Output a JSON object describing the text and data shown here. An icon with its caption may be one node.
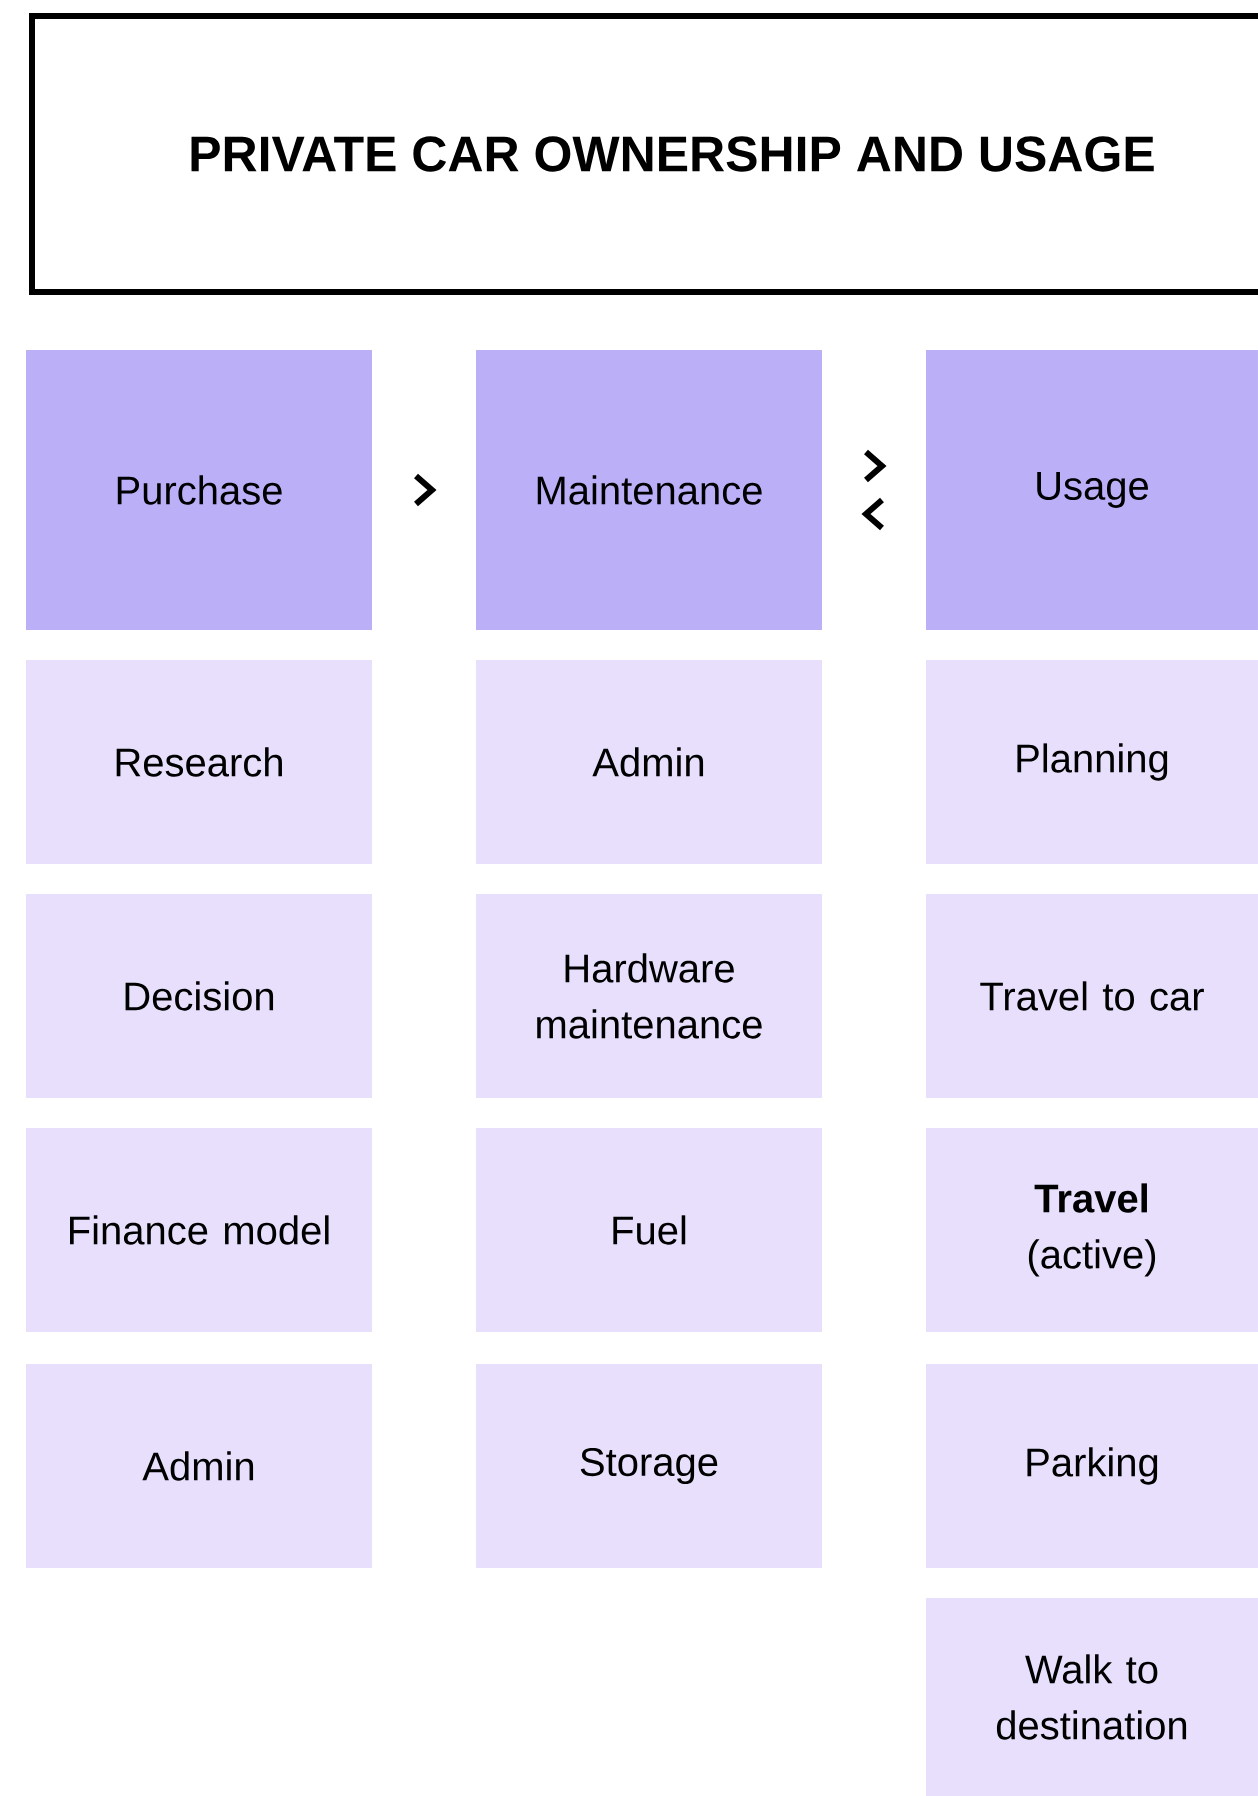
{
  "diagram": {
    "title": "PRIVATE CAR OWNERSHIP AND USAGE",
    "nodes": [
      {
        "text": [
          "Purchase"
        ]
      },
      {
        "text": [
          "Maintenance"
        ]
      },
      {
        "text": [
          "Usage"
        ]
      },
      {
        "text": [
          "Research"
        ]
      },
      {
        "text": [
          "Admin"
        ]
      },
      {
        "text": [
          "Planning"
        ]
      },
      {
        "text": [
          "Decision"
        ]
      },
      {
        "text": [
          "Hardware maintenance"
        ]
      },
      {
        "text": [
          "Travel to car"
        ]
      },
      {
        "text": [
          "Finance model"
        ]
      },
      {
        "text": [
          "Fuel"
        ]
      },
      {
        "text": [
          "**Travel** (active)"
        ]
      },
      {
        "text": [
          "Admin"
        ]
      },
      {
        "text": [
          "Storage"
        ]
      },
      {
        "text": [
          "Parking"
        ]
      },
      {
        "text": [
          "Walk to destination"
        ]
      }
    ],
    "edges": [
      {
        "from": 0,
        "to": 1,
        "arrow": "to"
      },
      {
        "from": 1,
        "to": 2,
        "arrow": "to"
      },
      {
        "from": 2,
        "to": 1,
        "arrow": "to"
      }
    ]
  }
}
